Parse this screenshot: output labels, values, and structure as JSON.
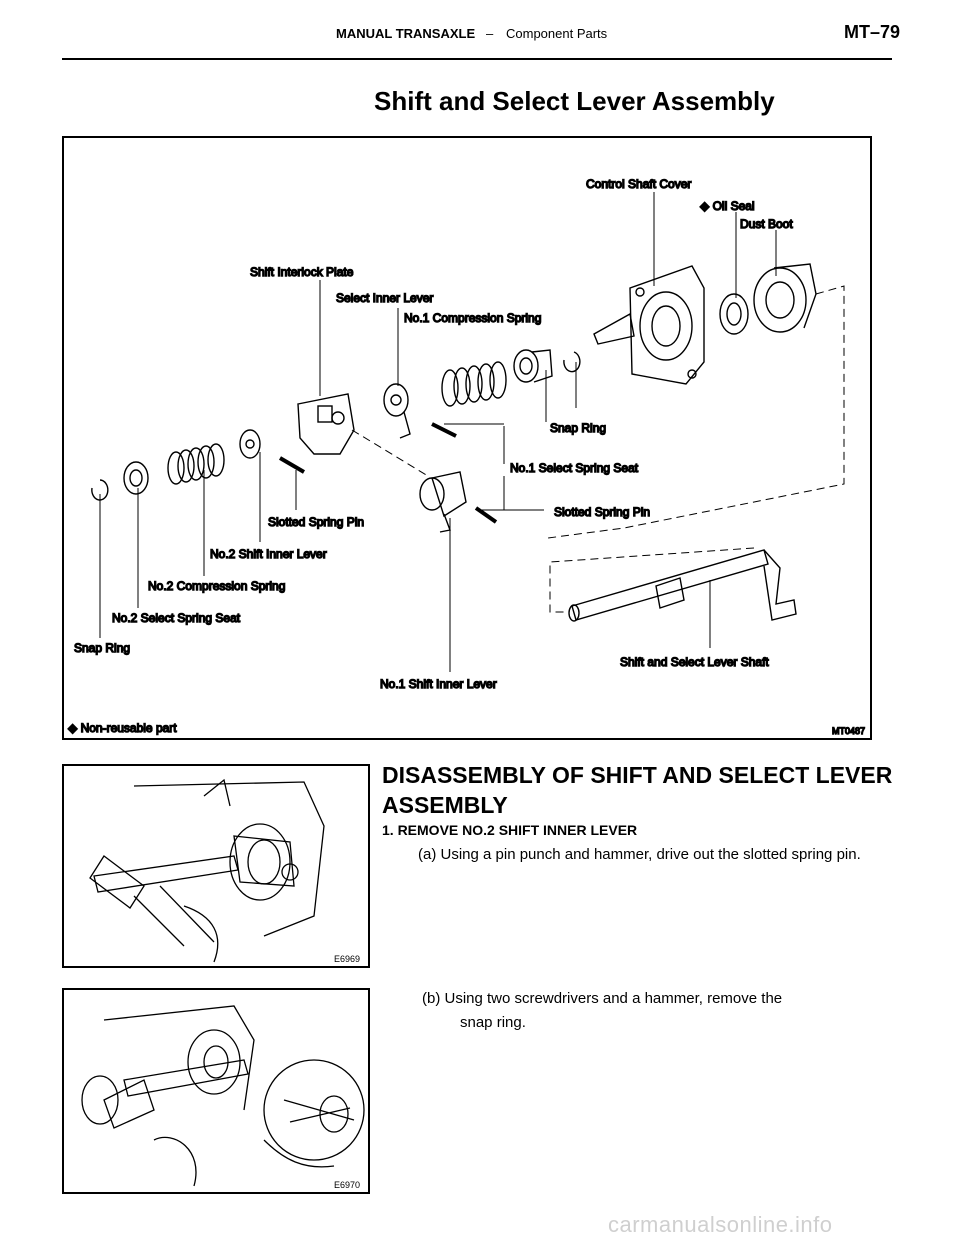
{
  "header": {
    "section": "MANUAL TRANSAXLE",
    "separator": "–",
    "subsection": "Component Parts",
    "page_number": "MT–79"
  },
  "title": "Shift and Select Lever Assembly",
  "figure": {
    "code": "MT0487",
    "legend": "◆ Non-reusable part",
    "labels": {
      "control_shaft_cover": "Control Shaft Cover",
      "oil_seal": "◆ Oil Seal",
      "dust_boot": "Dust Boot",
      "shift_interlock_plate": "Shift Interlock Plate",
      "select_inner_lever": "Select Inner Lever",
      "no1_compression_spring": "No.1 Compression Spring",
      "snap_ring_right": "Snap Ring",
      "no1_select_spring_seat": "No.1 Select Spring Seat",
      "slotted_spring_pin_right": "Slotted Spring Pin",
      "slotted_spring_pin_left": "Slotted Spring Pin",
      "no2_shift_inner_lever": "No.2 Shift Inner Lever",
      "no2_compression_spring": "No.2 Compression Spring",
      "no2_select_spring_seat": "No.2 Select Spring Seat",
      "snap_ring_left": "Snap Ring",
      "shift_select_lever_shaft": "Shift and Select Lever Shaft",
      "no1_shift_inner_lever": "No.1 Shift Inner Lever"
    }
  },
  "procedure": {
    "heading": "DISASSEMBLY OF SHIFT AND SELECT LEVER ASSEMBLY",
    "step1": "1. REMOVE NO.2 SHIFT INNER LEVER",
    "step_a": "(a) Using a pin punch and hammer, drive out the slotted spring pin.",
    "step_b_line1": "(b) Using two screwdrivers and a hammer, remove the",
    "step_b_line2": "snap ring.",
    "fig1_code": "E6969",
    "fig2_code": "E6970"
  },
  "watermark": "carmanualsonline.info"
}
